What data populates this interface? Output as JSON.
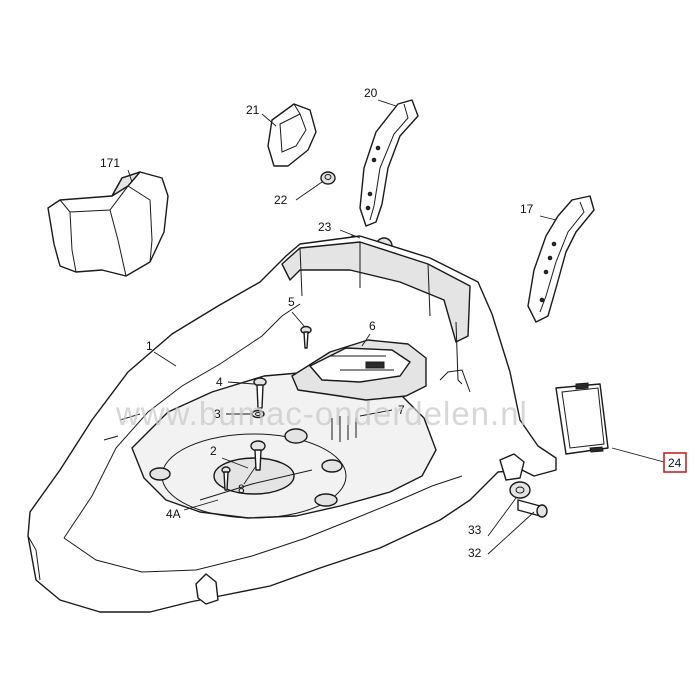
{
  "watermark": "www.bumac-onderdelen.nl",
  "highlight_color": "#cc2222",
  "callouts": {
    "c171": "171",
    "c21": "21",
    "c20": "20",
    "c22": "22",
    "c23": "23",
    "c17": "17",
    "c5": "5",
    "c6": "6",
    "c1": "1",
    "c4": "4",
    "c3": "3",
    "c7": "7",
    "c2": "2",
    "c8": "8",
    "c4A": "4A",
    "c33": "33",
    "c32": "32",
    "c24": "24"
  }
}
